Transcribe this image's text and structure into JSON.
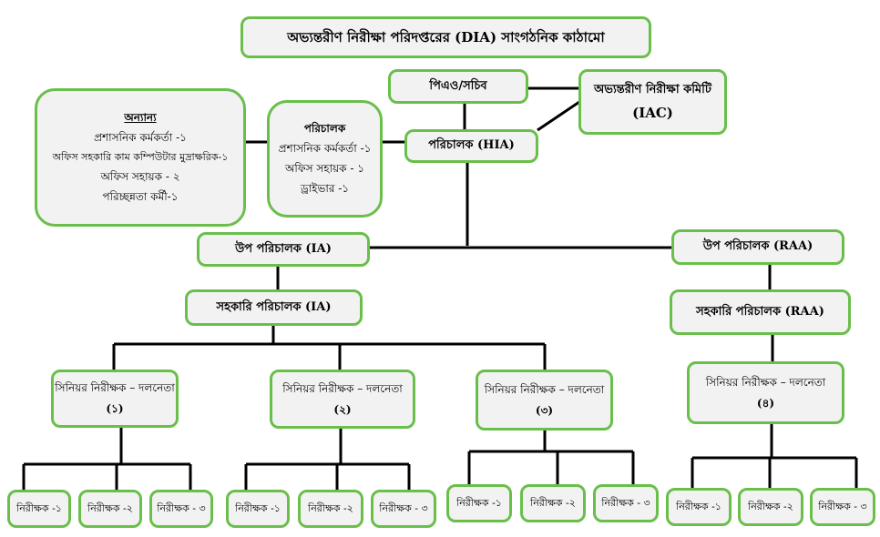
{
  "title": "অভ্যন্তরীণ নিরীক্ষা পরিদপ্তরের (DIA) সাংগঠনিক কাঠামো",
  "pio_secretary": "পিএও/সচিব",
  "iac": {
    "line1": "অভ্যন্তরীণ নিরীক্ষা কমিটি",
    "line2": "(IAC)"
  },
  "director_hia": "পরিচালক (HIA)",
  "director_staff": {
    "heading": "পরিচালক",
    "items": [
      "প্রশাসনিক কর্মকর্তা -১",
      "অফিস সহায়ক - ১",
      "ড্রাইভার -১"
    ]
  },
  "others": {
    "heading": "অন্যান্য",
    "items": [
      "প্রশাসনিক কর্মকর্তা -১",
      "অফিস সহকারি কাম কম্পিউটার মুদ্রাক্ষরিক-১",
      "অফিস সহায়ক - ২",
      "পরিচ্ছন্নতা কর্মী-১"
    ]
  },
  "deputy_ia": "উপ পরিচালক (IA)",
  "deputy_raa": "উপ পরিচালক (RAA)",
  "assistant_ia": "সহকারি পরিচালক (IA)",
  "assistant_raa": "সহকারি পরিচালক (RAA)",
  "team_leaders": [
    {
      "label": "সিনিয়র নিরীক্ষক – দলনেতা",
      "number": "(১)"
    },
    {
      "label": "সিনিয়র নিরীক্ষক – দলনেতা",
      "number": "(২)"
    },
    {
      "label": "সিনিয়র নিরীক্ষক – দলনেতা",
      "number": "(৩)"
    },
    {
      "label": "সিনিয়র নিরীক্ষক – দলনেতা",
      "number": "(৪)"
    }
  ],
  "auditors": [
    "নিরীক্ষক -১",
    "নিরীক্ষক -২",
    "নিরীক্ষক - ৩"
  ],
  "colors": {
    "border": "#6abf4b",
    "fill": "#f2f2f2",
    "connector": "#000000"
  }
}
